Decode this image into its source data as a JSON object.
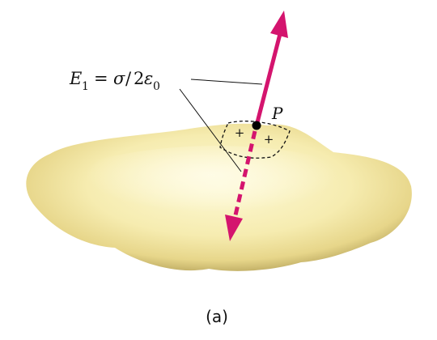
{
  "equation": {
    "E": "E",
    "sub1": "1",
    "equals": "=",
    "sigma": "σ",
    "slash": "/",
    "two": "2",
    "epsilon": "ε",
    "sub0": "0"
  },
  "point_label": "P",
  "plus_signs": [
    "+",
    "+"
  ],
  "caption": "(a)",
  "colors": {
    "field_arrow": "#d4146e",
    "surface_light": "#fbf6c6",
    "surface_mid": "#f3e79a",
    "surface_edge": "#b3a058",
    "point": "#000000",
    "leader_line": "#000000"
  }
}
